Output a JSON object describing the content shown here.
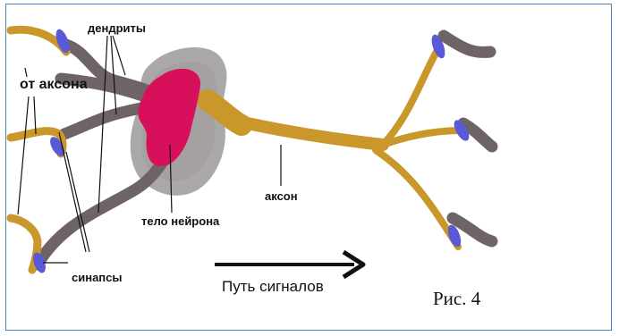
{
  "labels": {
    "dendrites": "дендриты",
    "from_axon": "от аксона",
    "neuron_body": "тело нейрона",
    "axon": "аксон",
    "synapses": "синапсы",
    "signal_path": "Путь сигналов",
    "figure": "Рис. 4"
  },
  "colors": {
    "axon": "#c9972a",
    "dendrite": "#6e6466",
    "soma_halo": "#8f8b8b",
    "nucleus": "#d80f5a",
    "synapse": "#5a5ad8",
    "frame": "#4f81bd"
  }
}
